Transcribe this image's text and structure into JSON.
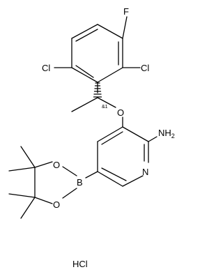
{
  "molecule": {
    "atoms": {
      "f": "F",
      "cl_left": "Cl",
      "cl_right": "Cl",
      "o_ether": "O",
      "nh2": "NH",
      "nh2_sub": "2",
      "n_ring": "N",
      "b": "B",
      "o_upper": "O",
      "o_lower": "O"
    },
    "stereo_label": "&1",
    "salt": "HCl"
  },
  "colors": {
    "ink": "#000000",
    "background": "#ffffff"
  }
}
